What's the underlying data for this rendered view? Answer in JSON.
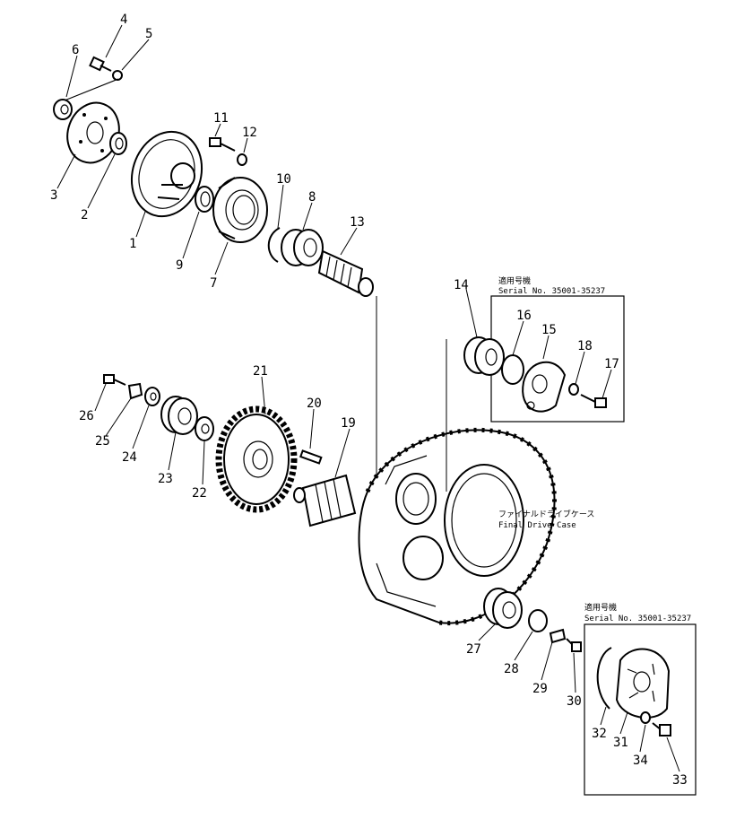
{
  "diagram": {
    "callouts": [
      "1",
      "2",
      "3",
      "4",
      "5",
      "6",
      "7",
      "8",
      "9",
      "10",
      "11",
      "12",
      "13",
      "14",
      "15",
      "16",
      "17",
      "18",
      "19",
      "20",
      "21",
      "22",
      "23",
      "24",
      "25",
      "26",
      "27",
      "28",
      "29",
      "30",
      "31",
      "32",
      "33",
      "34"
    ],
    "case_label_jp": "ファイナルドライブケース",
    "case_label_en": "Final Drive Case",
    "box_a": {
      "title_jp": "適用号機",
      "serial": "Serial No. 35001-35237"
    },
    "box_b": {
      "title_jp": "適用号機",
      "serial": "Serial No. 35001-35237"
    }
  }
}
